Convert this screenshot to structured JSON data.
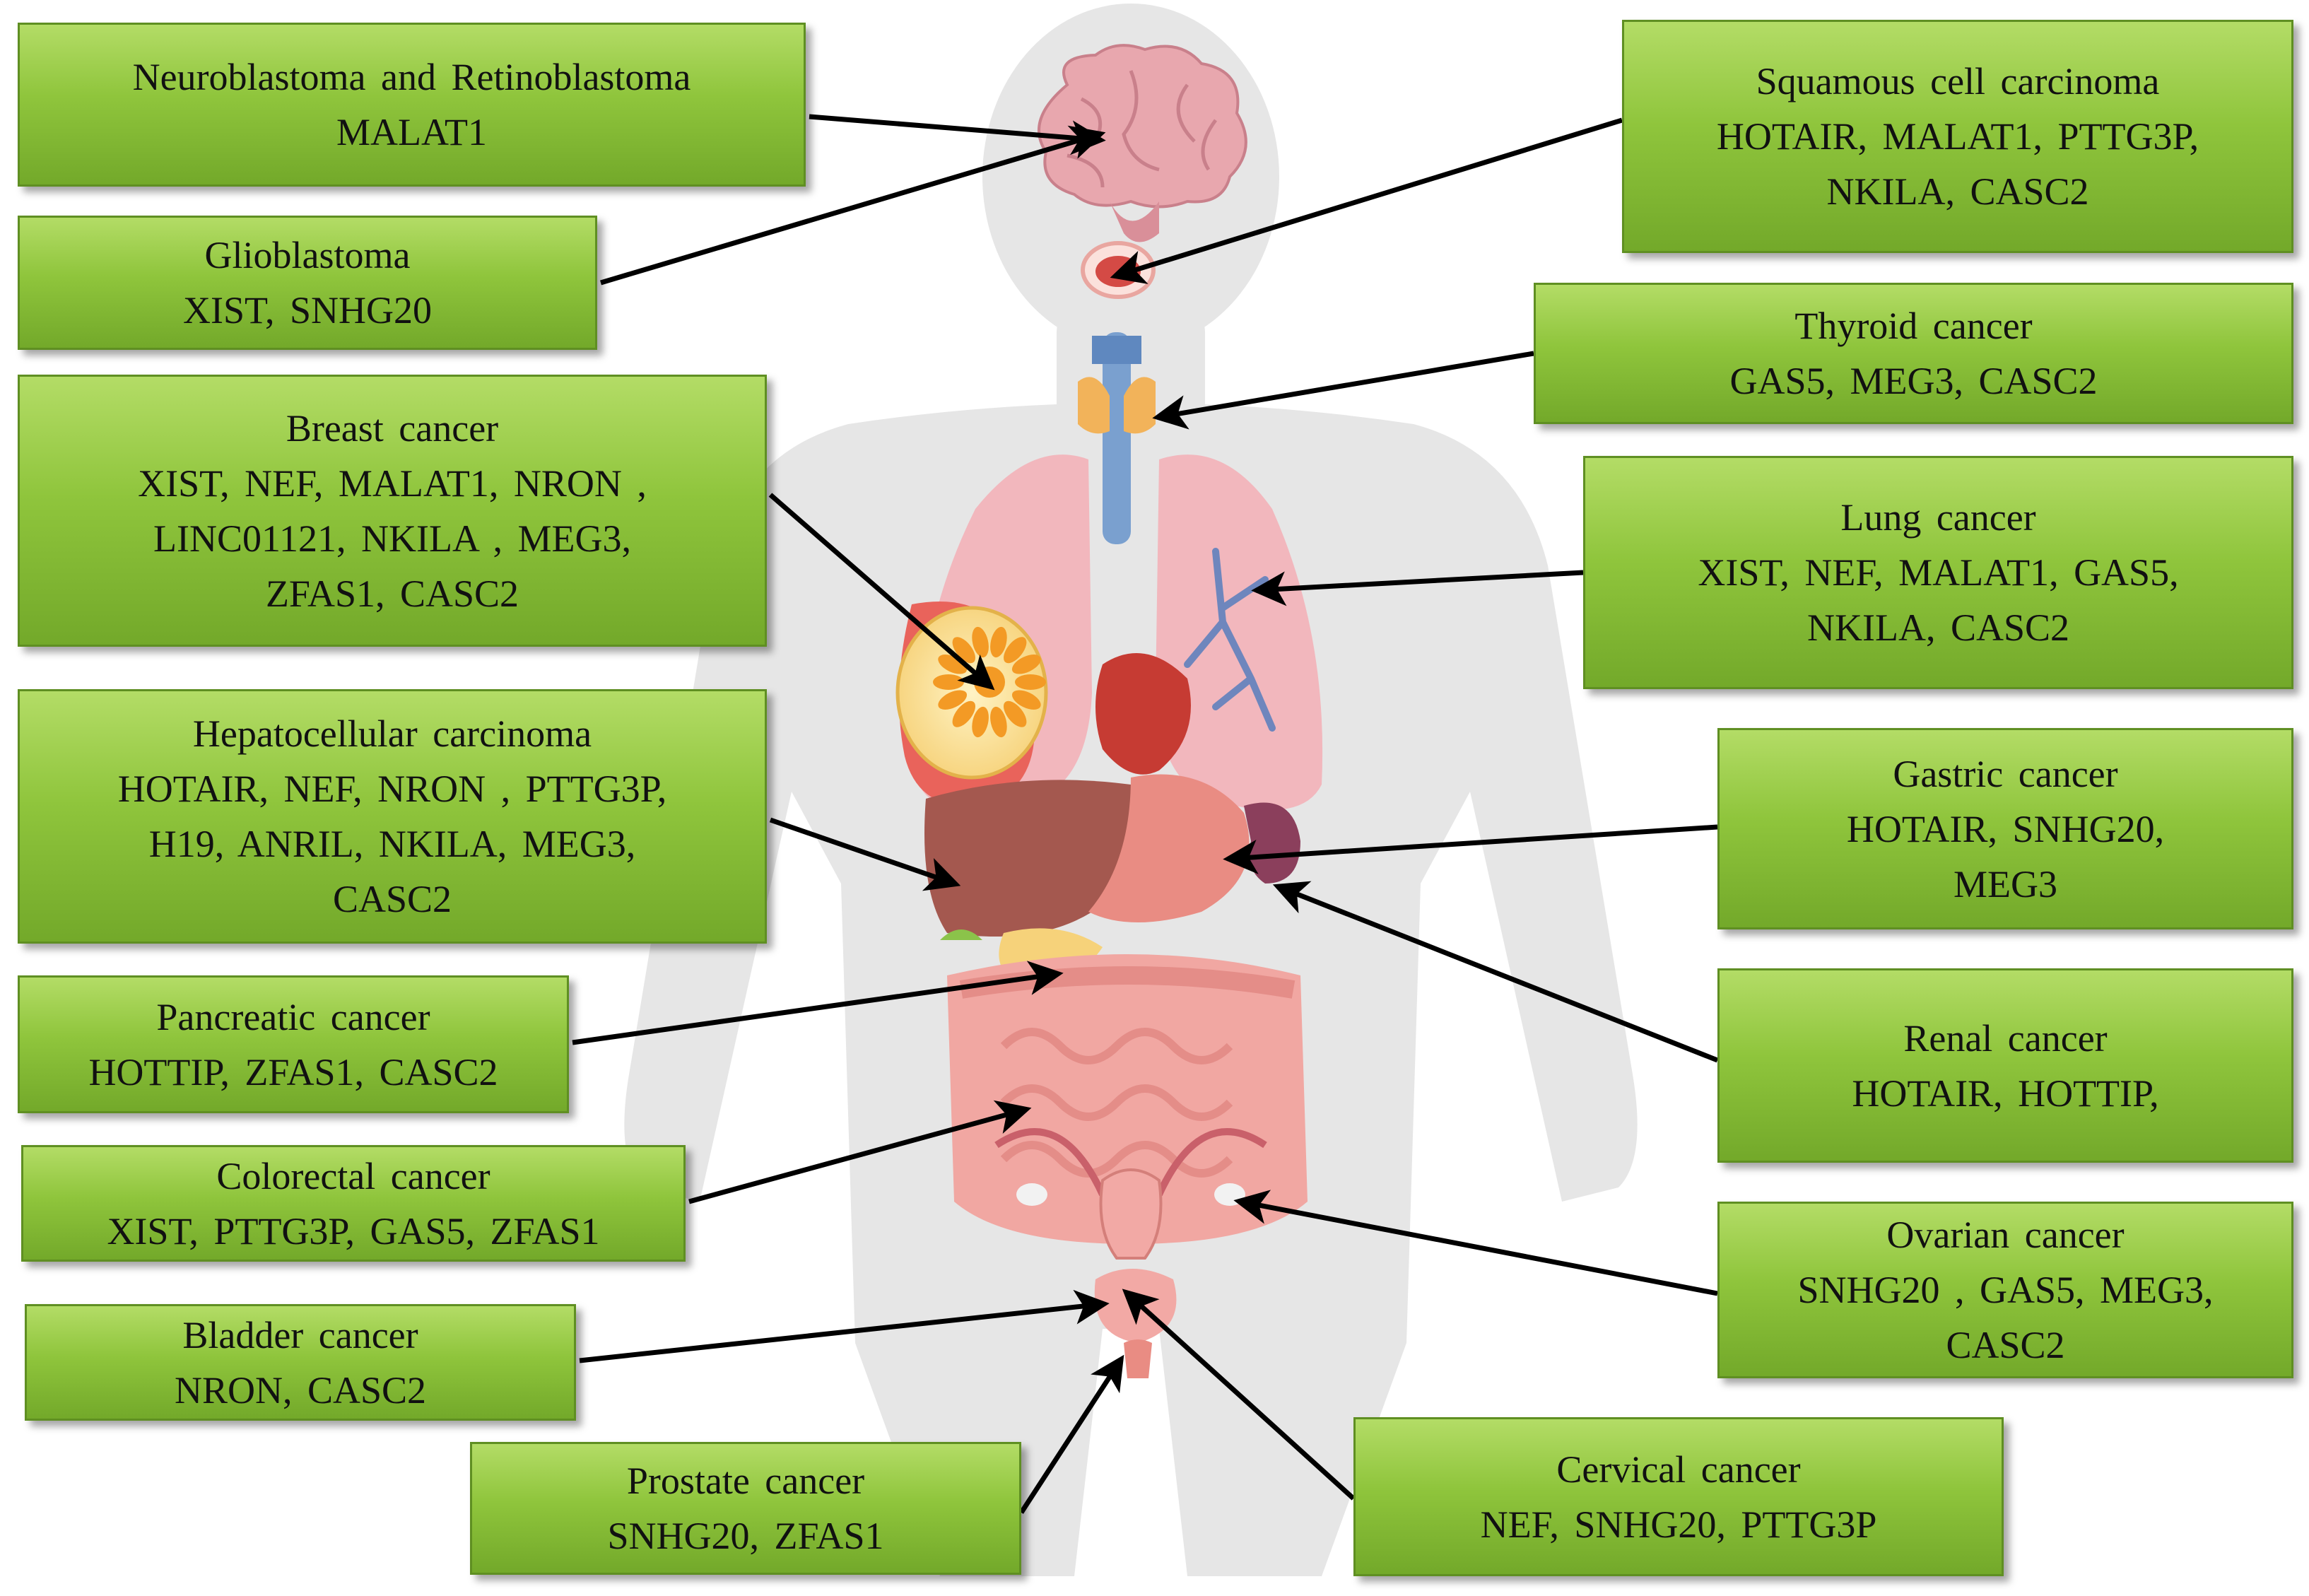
{
  "colors": {
    "box_fill_top": "#b3dc66",
    "box_fill_bottom": "#73a92a",
    "box_border": "#5f8f22",
    "arrow": "#000000",
    "silhouette": "#e6e6e6"
  },
  "figure": {
    "organs": [
      "brain-icon",
      "mouth-icon",
      "thyroid-icon",
      "lungs-icon",
      "breast-icon",
      "heart-icon",
      "liver-icon",
      "stomach-icon",
      "pancreas-icon",
      "kidney-icon",
      "intestines-icon",
      "uterus-icon",
      "ovary-icon",
      "bladder-icon",
      "prostate-icon"
    ]
  },
  "boxes": [
    {
      "id": "neuroblastoma",
      "title": "Neuroblastoma and Retinoblastoma",
      "genes": [
        "MALAT1"
      ]
    },
    {
      "id": "glioblastoma",
      "title": "Glioblastoma",
      "genes": [
        "XIST, SNHG20"
      ]
    },
    {
      "id": "breast",
      "title": "Breast cancer",
      "genes": [
        "XIST, NEF, MALAT1, NRON ,",
        "LINC01121, NKILA , MEG3,",
        "ZFAS1, CASC2"
      ]
    },
    {
      "id": "hepatocellular",
      "title": "Hepatocellular carcinoma",
      "genes": [
        "HOTAIR, NEF, NRON , PTTG3P,",
        "H19, ANRIL, NKILA, MEG3,",
        "CASC2"
      ]
    },
    {
      "id": "pancreatic",
      "title": "Pancreatic cancer",
      "genes": [
        "HOTTIP, ZFAS1, CASC2"
      ]
    },
    {
      "id": "colorectal",
      "title": "Colorectal cancer",
      "genes": [
        "XIST, PTTG3P, GAS5, ZFAS1"
      ]
    },
    {
      "id": "bladder",
      "title": "Bladder cancer",
      "genes": [
        "NRON, CASC2"
      ]
    },
    {
      "id": "prostate",
      "title": "Prostate cancer",
      "genes": [
        "SNHG20, ZFAS1"
      ]
    },
    {
      "id": "squamous",
      "title": "Squamous cell carcinoma",
      "genes": [
        "HOTAIR, MALAT1, PTTG3P,",
        "NKILA, CASC2"
      ]
    },
    {
      "id": "thyroid",
      "title": "Thyroid cancer",
      "genes": [
        "GAS5, MEG3, CASC2"
      ]
    },
    {
      "id": "lung",
      "title": "Lung cancer",
      "genes": [
        "XIST, NEF, MALAT1, GAS5,",
        "NKILA, CASC2"
      ]
    },
    {
      "id": "gastric",
      "title": "Gastric cancer",
      "genes": [
        "HOTAIR, SNHG20,",
        "MEG3"
      ]
    },
    {
      "id": "renal",
      "title": "Renal cancer",
      "genes": [
        "HOTAIR, HOTTIP,"
      ]
    },
    {
      "id": "ovarian",
      "title": "Ovarian cancer",
      "genes": [
        "SNHG20 , GAS5, MEG3,",
        "CASC2"
      ]
    },
    {
      "id": "cervical",
      "title": "Cervical cancer",
      "genes": [
        "NEF, SNHG20, PTTG3P"
      ]
    }
  ]
}
